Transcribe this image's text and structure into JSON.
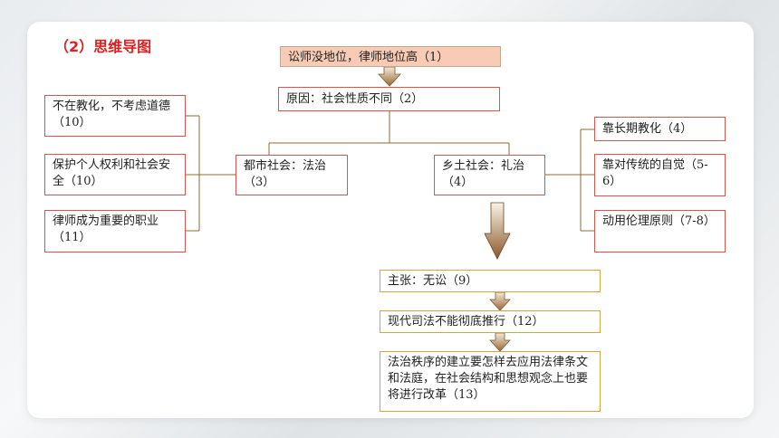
{
  "title": "（2）思维导图",
  "top": "讼师没地位，律师地位高（1）",
  "cause": "原因：社会性质不同（2）",
  "urban": {
    "label": "都市社会：法治（3）",
    "items": [
      "不在教化，不考虑道德（10）",
      "保护个人权利和社会安全（10）",
      "律师成为重要的职业（11）"
    ]
  },
  "rural": {
    "label": "乡土社会：礼治（4）",
    "items": [
      "靠长期教化（4）",
      "靠对传统的自觉（5-6）",
      "动用伦理原则（7-8）"
    ]
  },
  "flow": [
    "主张：无讼（9）",
    "现代司法不能彻底推行（12）",
    "法治秩序的建立要怎样去应用法律条文和法庭，在社会结构和思想观念上也要将进行改革（13）"
  ]
}
